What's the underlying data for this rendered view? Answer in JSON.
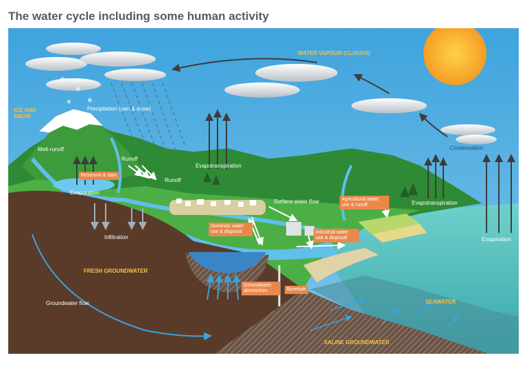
{
  "title": "The water cycle including some human activity",
  "labels": {
    "water_vapour": "WATER VAPOUR (CLOUDS)",
    "ice_snow": "ICE AND\nSNOW",
    "precipitation": "Precipitation (rain & snow)",
    "melt_runoff": "Melt-runoff",
    "runoff_1": "Runoff",
    "runoff_2": "Runoff",
    "evapotranspiration_1": "Evapotranspiration",
    "evapotranspiration_2": "Evapotranspiration",
    "condensation": "Condensation",
    "evaporation_1": "Evaporation",
    "evaporation_2": "Evaporation",
    "surface_water_flow": "Surface water flow",
    "infiltration": "Infiltration",
    "fresh_groundwater": "FRESH GROUNDWATER",
    "groundwater_flow": "Groundwater flow",
    "seawater": "SEAWATER",
    "saline_groundwater": "SALINE GROUNDWATER"
  },
  "boxes": {
    "reservoir": "Reservoir & dam",
    "domestic": "Domestic water use & disposal",
    "industrial": "Industrial water use & disposal",
    "agricultural": "Agricultural water use & runoff",
    "groundwater_abstraction": "Groundwater abstraction",
    "borehole": "Borehole"
  },
  "colors": {
    "sky": "#4ea9df",
    "sun": "#f7b236",
    "hills": "#3f9a3a",
    "soil": "#5a3b2a",
    "sea": "#62c7c2",
    "box": "#e9884a",
    "yellow_label": "#f2c14a"
  }
}
